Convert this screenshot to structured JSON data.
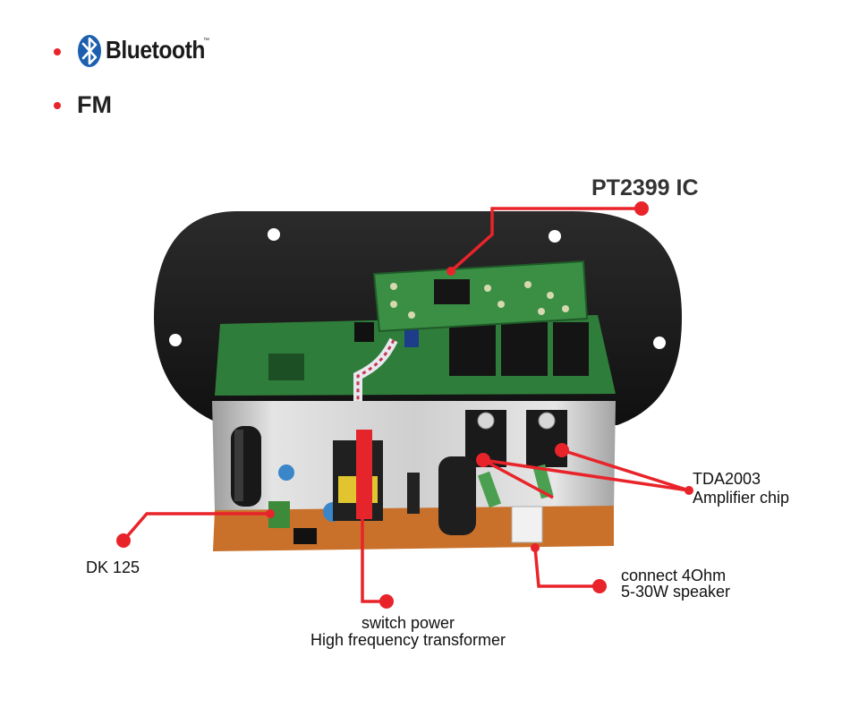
{
  "features": {
    "bluetooth": {
      "icon": "bluetooth-icon",
      "label": "Bluetooth",
      "trademark": "™"
    },
    "fm": {
      "label": "FM"
    }
  },
  "callouts": {
    "pt2399": "PT2399 IC",
    "tda_line1": "TDA2003",
    "tda_line2": "Amplifier chip",
    "dk": "DK 125",
    "speaker_line1": "connect 4Ohm",
    "speaker_line2": "5-30W speaker",
    "switch_line1": "switch power",
    "switch_line2": "High frequency transformer"
  },
  "colors": {
    "accent": "#e8242a",
    "bluetooth_blue": "#1b5fae",
    "plate": "#1c1c1c",
    "pcb_green": "#2f7d3a",
    "pcb_orange": "#c9712b",
    "heatsink": "#c8c8c8"
  }
}
